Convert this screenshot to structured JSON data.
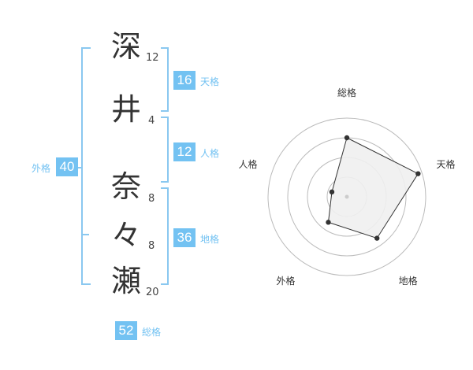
{
  "name": {
    "chars": [
      {
        "char": "深",
        "strokes": "12"
      },
      {
        "char": "井",
        "strokes": "4"
      },
      {
        "char": "奈",
        "strokes": "8"
      },
      {
        "char": "々",
        "strokes": "8"
      },
      {
        "char": "瀬",
        "strokes": "20"
      }
    ]
  },
  "kakusu": {
    "tenkaku": {
      "value": "16",
      "label": "天格"
    },
    "jinkaku": {
      "value": "12",
      "label": "人格"
    },
    "chikaku": {
      "value": "36",
      "label": "地格"
    },
    "gaikaku": {
      "value": "40",
      "label": "外格"
    },
    "soukaku": {
      "value": "52",
      "label": "総格"
    }
  },
  "chart_data": {
    "type": "radar",
    "axes": [
      "総格",
      "天格",
      "地格",
      "外格",
      "人格"
    ],
    "rings": 4,
    "values": [
      0.75,
      0.95,
      0.65,
      0.4,
      0.2
    ],
    "colors": {
      "fill": "#efefef",
      "stroke": "#333333",
      "ring": "#bbbbbb",
      "point": "#333333"
    }
  },
  "colors": {
    "accent": "#73c2f2",
    "bracket": "#8ac8f0"
  }
}
